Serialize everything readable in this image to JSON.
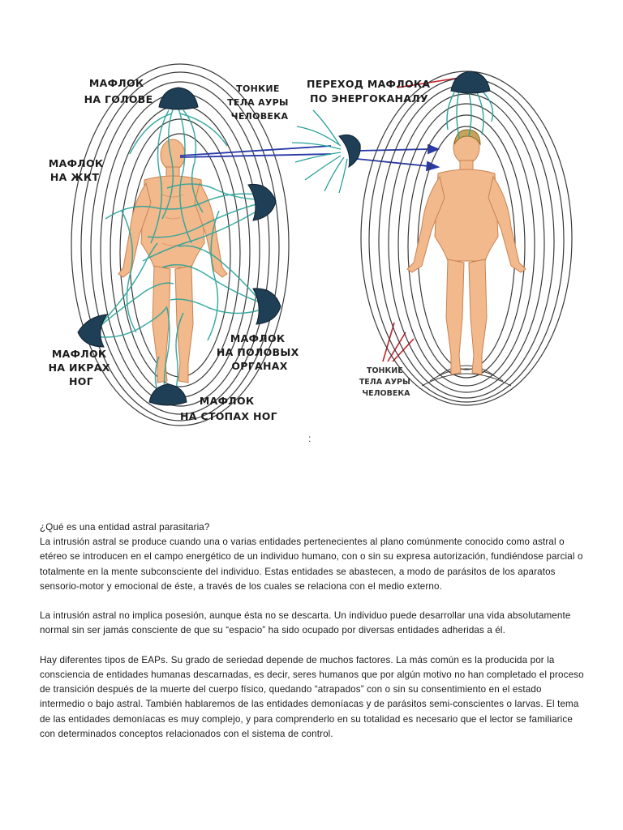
{
  "figure": {
    "left_labels": {
      "head": [
        "МАФЛОК",
        "НА ГОЛОВЕ"
      ],
      "aura": [
        "ТОНКИЕ",
        "ТЕЛА АУРЫ",
        "ЧЕЛОВЕКА"
      ],
      "gut": [
        "МАФЛОК",
        "НА ЖКТ"
      ],
      "calves": [
        "МАФЛОК",
        "НА ИКРАХ",
        "НОГ"
      ],
      "genitals": [
        "МАФЛОК",
        "НА ПОЛОВЫХ",
        "ОРГАНАХ"
      ],
      "feet": [
        "МАФЛОК",
        "НА СТОПАХ НОГ"
      ]
    },
    "right_labels": {
      "transfer": [
        "ПЕРЕХОД МАФЛОКА",
        "ПО ЭНЕРГОКАНАЛУ"
      ],
      "aura": [
        "ТОНКИЕ",
        "ТЕЛА АУРЫ",
        "ЧЕЛОВЕКА"
      ]
    },
    "colors": {
      "skin": "#f2b98c",
      "skin_shadow": "#d98f5f",
      "tentacle": "#2aa39a",
      "blob": "#1e3f55",
      "aura_line": "#3a3a3a",
      "arrow_blue": "#2a3aa8",
      "arrow_red": "#c8202a"
    }
  },
  "caption_mark": ":",
  "article": {
    "question": "¿Qué es una entidad astral parasitaria?",
    "p1": "La intrusión astral se produce cuando una o varias entidades pertenecientes al plano comúnmente conocido como astral o etéreo se introducen en el campo energético de un individuo humano, con o sin su expresa autorización, fundiéndose parcial o totalmente en la mente subconsciente del individuo. Estas entidades se abastecen, a modo de parásitos de los aparatos sensorio-motor y emocional de éste, a través de los cuales se relaciona con el medio externo.",
    "p2": "La intrusión astral no implica posesión, aunque ésta no se descarta. Un individuo puede desarrollar una vida absolutamente normal sin ser jamás consciente de que su “espacio” ha sido ocupado por diversas entidades adheridas a él.",
    "p3": "Hay diferentes tipos de EAPs. Su grado de seriedad depende de muchos factores. La más común es la producida por la consciencia de entidades humanas descarnadas, es decir, seres humanos que por algún motivo no han completado el proceso de transición después de la muerte del cuerpo físico, quedando “atrapados” con o sin su consentimiento en el estado intermedio o bajo astral. También hablaremos de las entidades demoníacas y de parásitos semi-conscientes o larvas. El tema de las entidades demoníacas es muy complejo, y para comprenderlo en su totalidad es necesario que el lector se familiarice con determinados conceptos relacionados con el sistema de control."
  }
}
